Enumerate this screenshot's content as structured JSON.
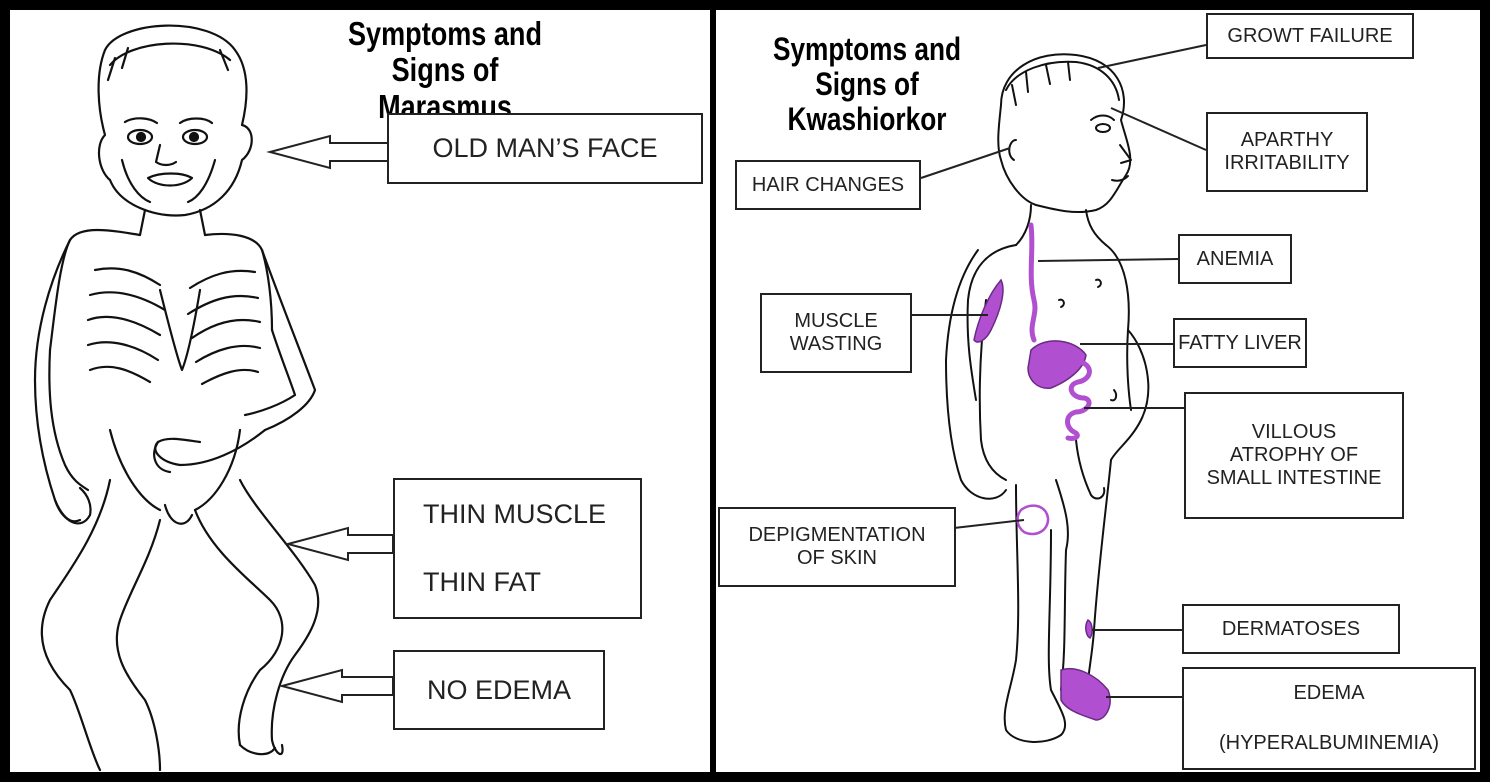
{
  "marasmus": {
    "title_line1": "Symptoms and Signs of",
    "title_line2": "Marasmus",
    "labels": {
      "face": "OLD MAN’S FACE",
      "thin_muscle": "THIN MUSCLE",
      "thin_fat": "THIN FAT",
      "edema": "NO EDEMA"
    }
  },
  "kwashiorkor": {
    "title_line1": "Symptoms and Signs of",
    "title_line2": "Kwashiorkor",
    "labels": {
      "growth": "GROWT FAILURE",
      "apathy_1": "APARTHY",
      "apathy_2": "IRRITABILITY",
      "hair": "HAIR CHANGES",
      "anemia": "ANEMIA",
      "muscle_1": "MUSCLE",
      "muscle_2": "WASTING",
      "liver": "FATTY LIVER",
      "villous_1": "VILLOUS",
      "villous_2": "ATROPHY OF",
      "villous_3": "SMALL INTESTINE",
      "depig_1": "DEPIGMENTATION",
      "depig_2": "OF SKIN",
      "dermatoses": "DERMATOSES",
      "edema_1": "EDEMA",
      "edema_2": "(HYPERALBUMINEMIA)"
    },
    "highlight_color": "#b04fd0"
  }
}
